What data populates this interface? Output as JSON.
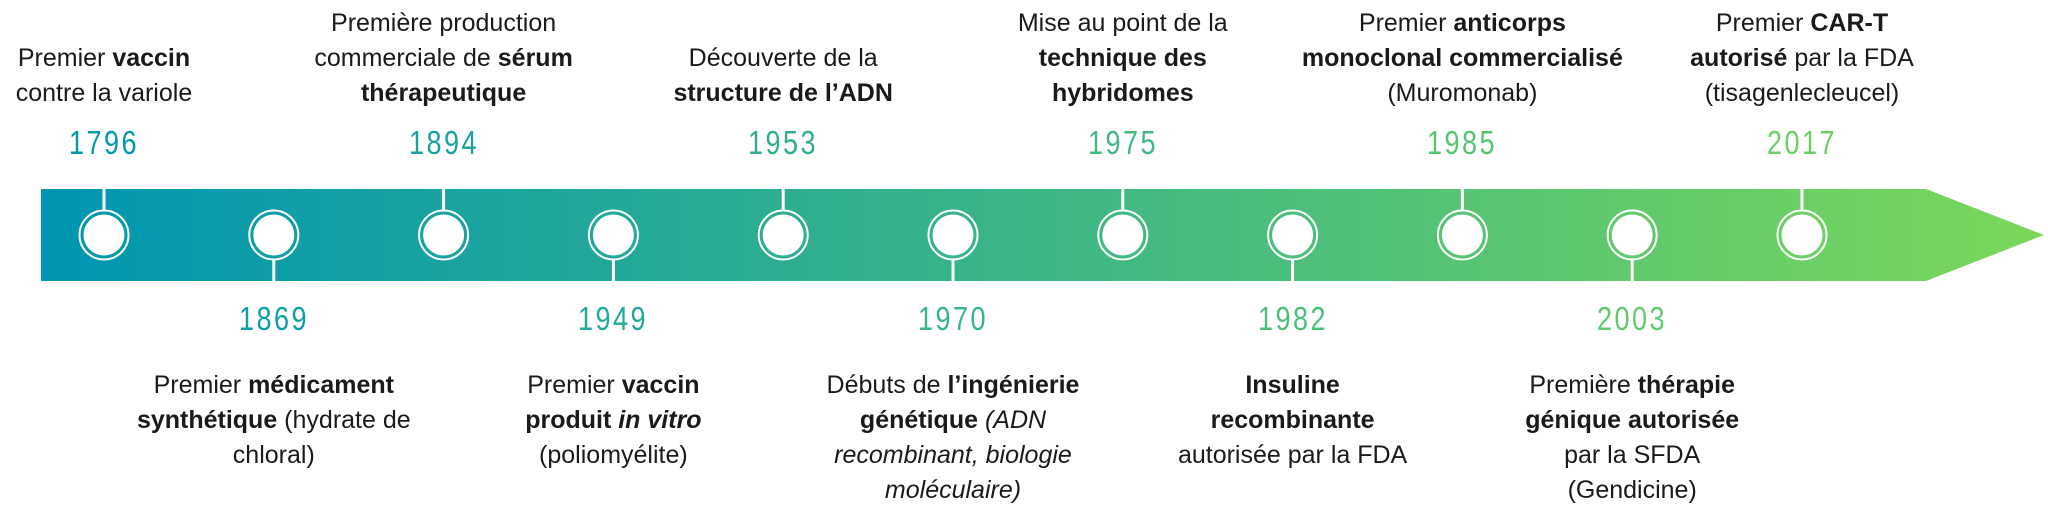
{
  "colors": {
    "start": "#0096b2",
    "end": "#7ad75a",
    "text": "#1a1a1a",
    "marker": "#ffffff"
  },
  "events": [
    {
      "year": "1796",
      "side": "top",
      "lines": [
        [
          {
            "t": "Premier "
          },
          {
            "t": "vaccin",
            "b": true
          }
        ],
        [
          {
            "t": "contre la variole"
          }
        ]
      ]
    },
    {
      "year": "1869",
      "side": "bottom",
      "lines": [
        [
          {
            "t": "Premier "
          },
          {
            "t": "médicament",
            "b": true
          }
        ],
        [
          {
            "t": "synthétique",
            "b": true
          },
          {
            "t": " (hydrate de"
          }
        ],
        [
          {
            "t": "chloral)"
          }
        ]
      ]
    },
    {
      "year": "1894",
      "side": "top",
      "lines": [
        [
          {
            "t": "Première production"
          }
        ],
        [
          {
            "t": "commerciale de "
          },
          {
            "t": "sérum",
            "b": true
          }
        ],
        [
          {
            "t": "thérapeutique",
            "b": true
          }
        ]
      ]
    },
    {
      "year": "1949",
      "side": "bottom",
      "lines": [
        [
          {
            "t": "Premier "
          },
          {
            "t": "vaccin",
            "b": true
          }
        ],
        [
          {
            "t": "produit ",
            "b": true
          },
          {
            "t": "in vitro",
            "b": true,
            "i": true
          }
        ],
        [
          {
            "t": "(poliomyélite)"
          }
        ]
      ]
    },
    {
      "year": "1953",
      "side": "top",
      "lines": [
        [
          {
            "t": "Découverte de la"
          }
        ],
        [
          {
            "t": "structure de l’ADN",
            "b": true
          }
        ]
      ]
    },
    {
      "year": "1970",
      "side": "bottom",
      "lines": [
        [
          {
            "t": "Débuts de "
          },
          {
            "t": "l’ingénierie",
            "b": true
          }
        ],
        [
          {
            "t": "génétique",
            "b": true
          },
          {
            "t": " "
          },
          {
            "t": "(ADN",
            "i": true
          }
        ],
        [
          {
            "t": "recombinant, biologie",
            "i": true
          }
        ],
        [
          {
            "t": "moléculaire)",
            "i": true
          }
        ]
      ]
    },
    {
      "year": "1975",
      "side": "top",
      "lines": [
        [
          {
            "t": "Mise au point de la"
          }
        ],
        [
          {
            "t": "technique des",
            "b": true
          }
        ],
        [
          {
            "t": "hybridomes",
            "b": true
          }
        ]
      ]
    },
    {
      "year": "1982",
      "side": "bottom",
      "lines": [
        [
          {
            "t": "Insuline",
            "b": true
          }
        ],
        [
          {
            "t": "recombinante",
            "b": true
          }
        ],
        [
          {
            "t": "autorisée par la FDA"
          }
        ]
      ]
    },
    {
      "year": "1985",
      "side": "top",
      "lines": [
        [
          {
            "t": "Premier "
          },
          {
            "t": "anticorps",
            "b": true
          }
        ],
        [
          {
            "t": "monoclonal commercialisé",
            "b": true
          }
        ],
        [
          {
            "t": "(Muromonab)"
          }
        ]
      ]
    },
    {
      "year": "2003",
      "side": "bottom",
      "lines": [
        [
          {
            "t": "Première "
          },
          {
            "t": "thérapie",
            "b": true
          }
        ],
        [
          {
            "t": "génique autorisée",
            "b": true
          }
        ],
        [
          {
            "t": "par la SFDA"
          }
        ],
        [
          {
            "t": "(Gendicine)"
          }
        ]
      ]
    },
    {
      "year": "2017",
      "side": "top",
      "lines": [
        [
          {
            "t": "Premier "
          },
          {
            "t": "CAR-T",
            "b": true
          }
        ],
        [
          {
            "t": "autorisé",
            "b": true
          },
          {
            "t": " par la FDA"
          }
        ],
        [
          {
            "t": "(tisagenlecleucel)"
          }
        ]
      ]
    }
  ]
}
